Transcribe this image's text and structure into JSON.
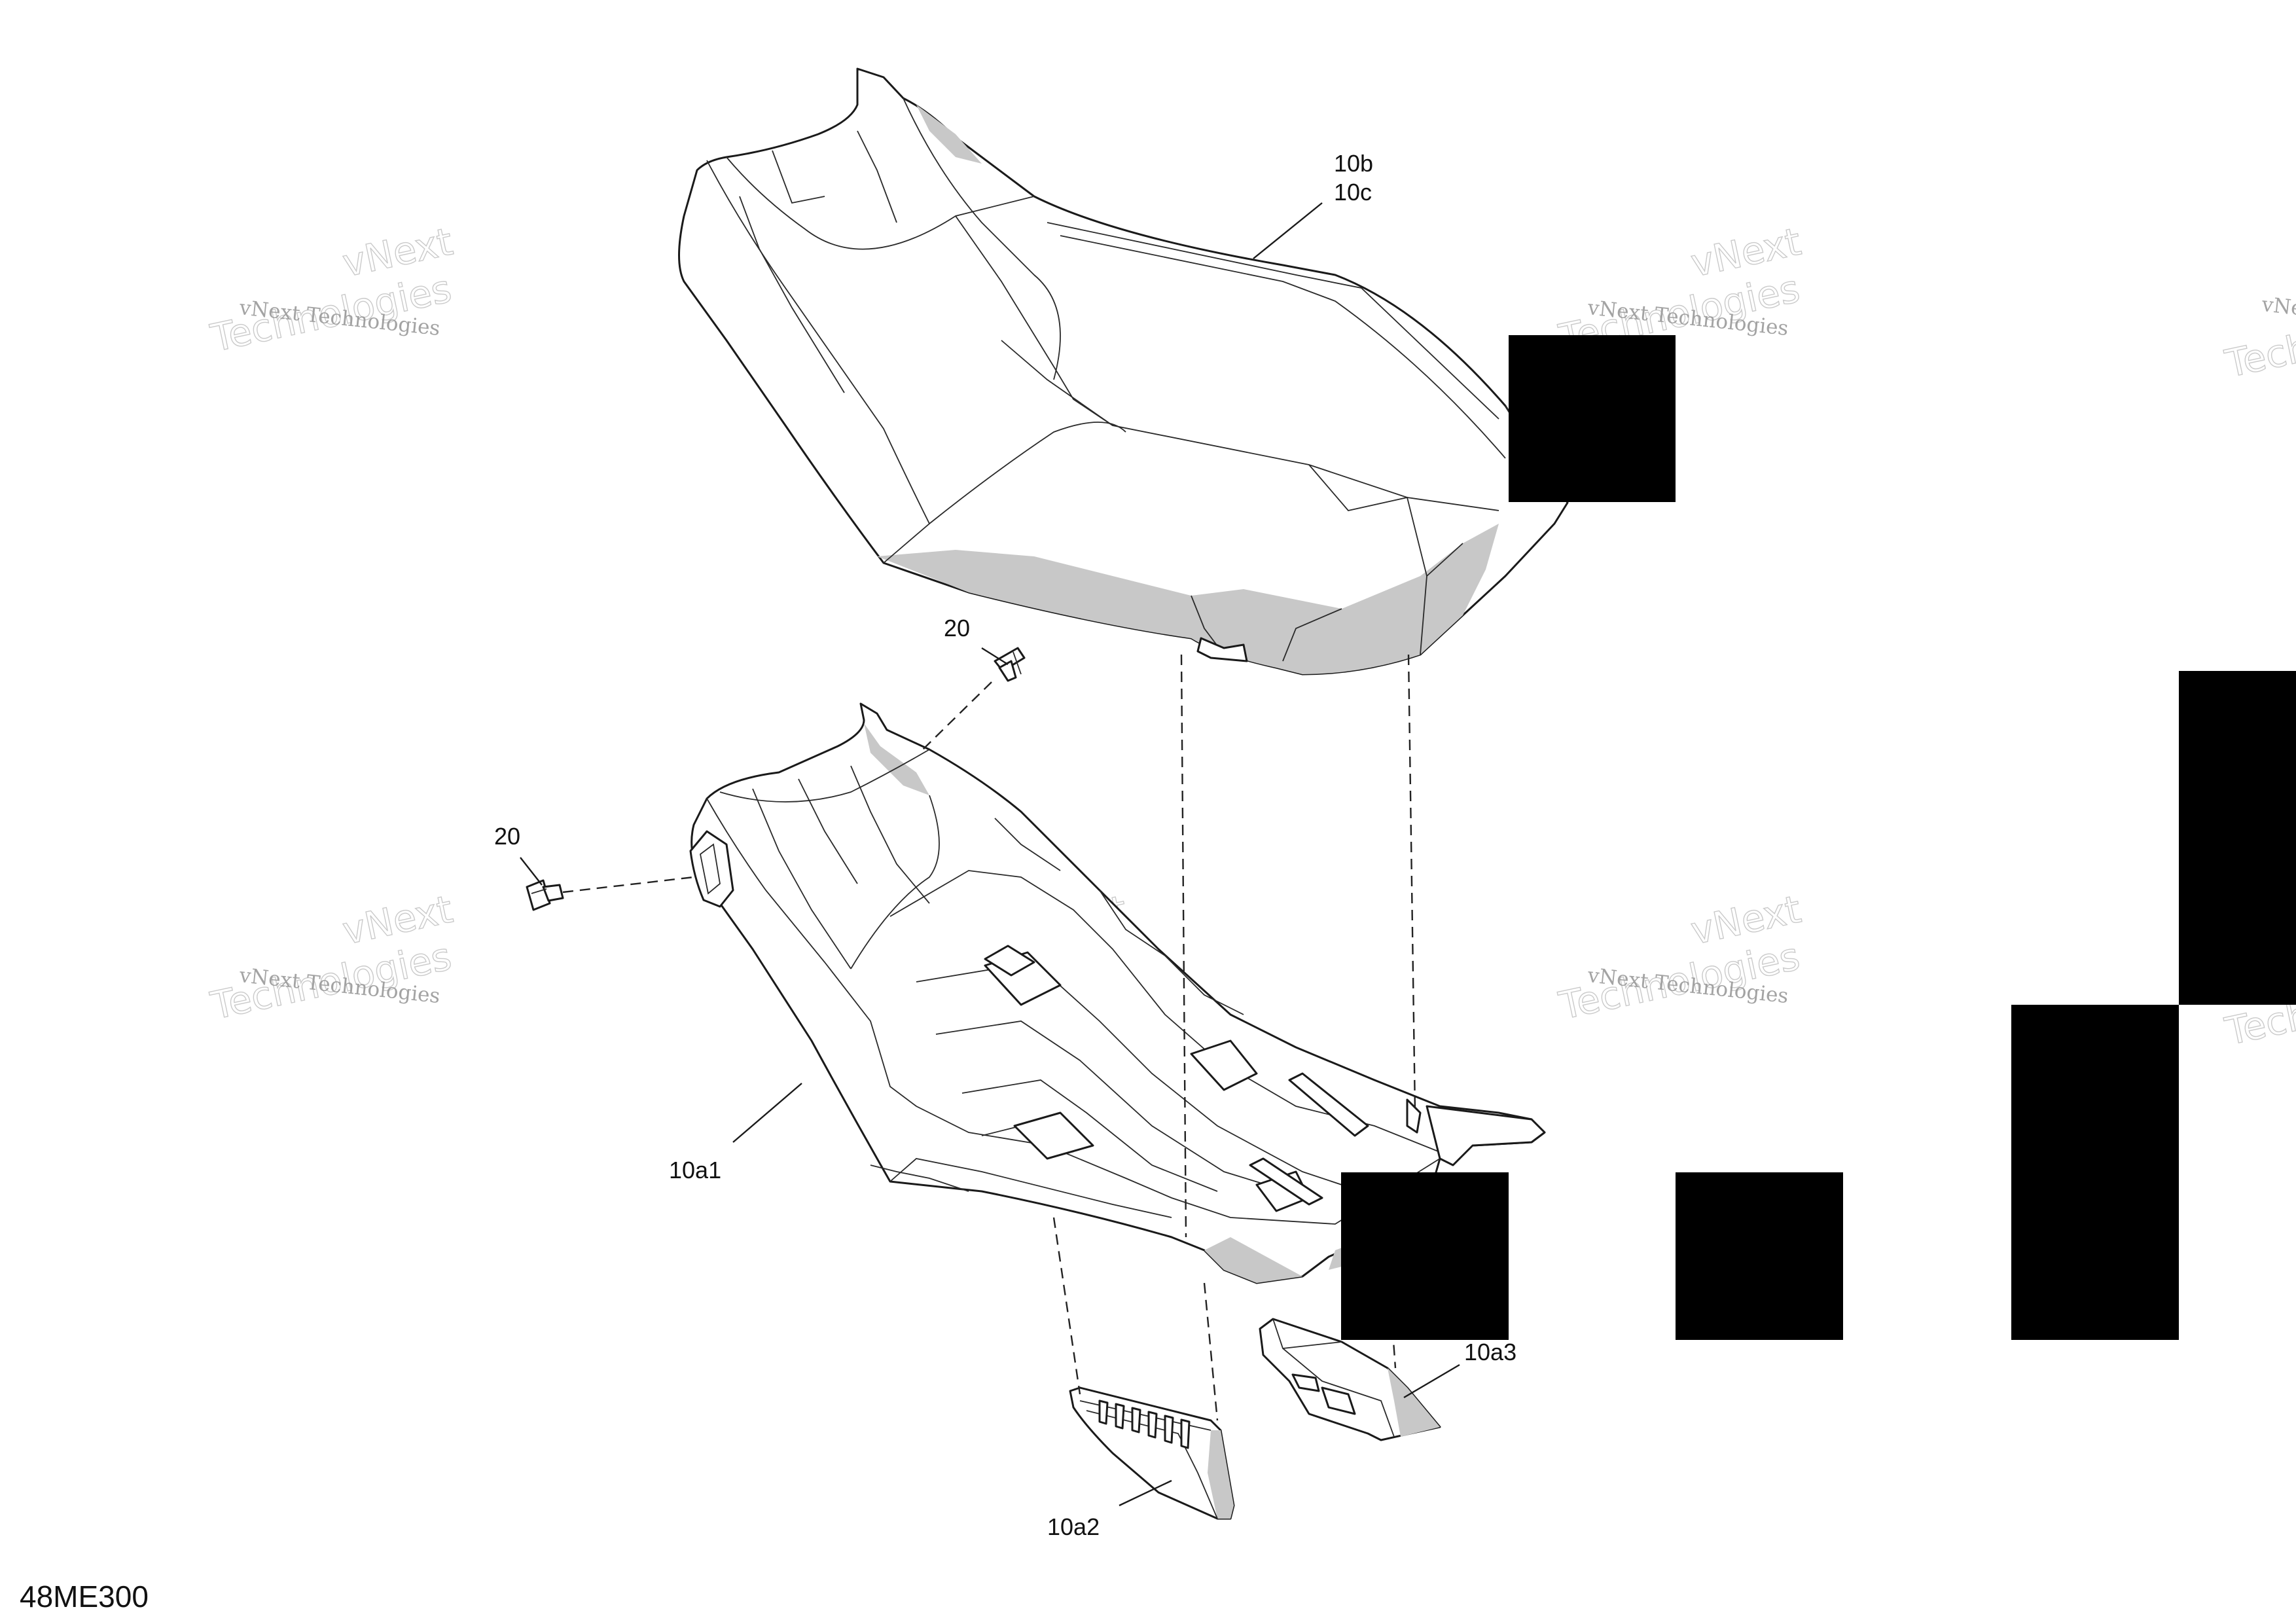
{
  "drawing_id": "48ME300",
  "callouts": {
    "upper_seat_line1": "10b",
    "upper_seat_line2": "10c",
    "lower_seat_base": "10a1",
    "side_bracket": "10a2",
    "rear_bracket": "10a3",
    "screw_top": "20",
    "screw_left": "20"
  },
  "watermark": {
    "line1": "vNext Technologies",
    "line2_a": "vNext",
    "line2_b": "Technologies"
  }
}
